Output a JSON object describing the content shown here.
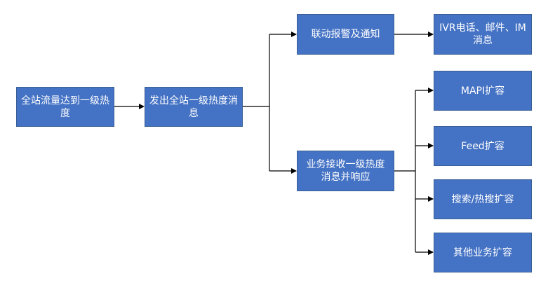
{
  "colors": {
    "node_fill": "#4472c4",
    "line": "#000000"
  },
  "nodes": {
    "start": "全站流量达到一级热度",
    "send": "发出全站一级热度消息",
    "notify": "联动报警及通知",
    "channels": "IVR电话、邮件、IM消息",
    "business": "业务接收一级热度消息并响应",
    "mapi": "MAPI扩容",
    "feed": "Feed扩容",
    "search": "搜索/热搜扩容",
    "other": "其他业务扩容"
  }
}
